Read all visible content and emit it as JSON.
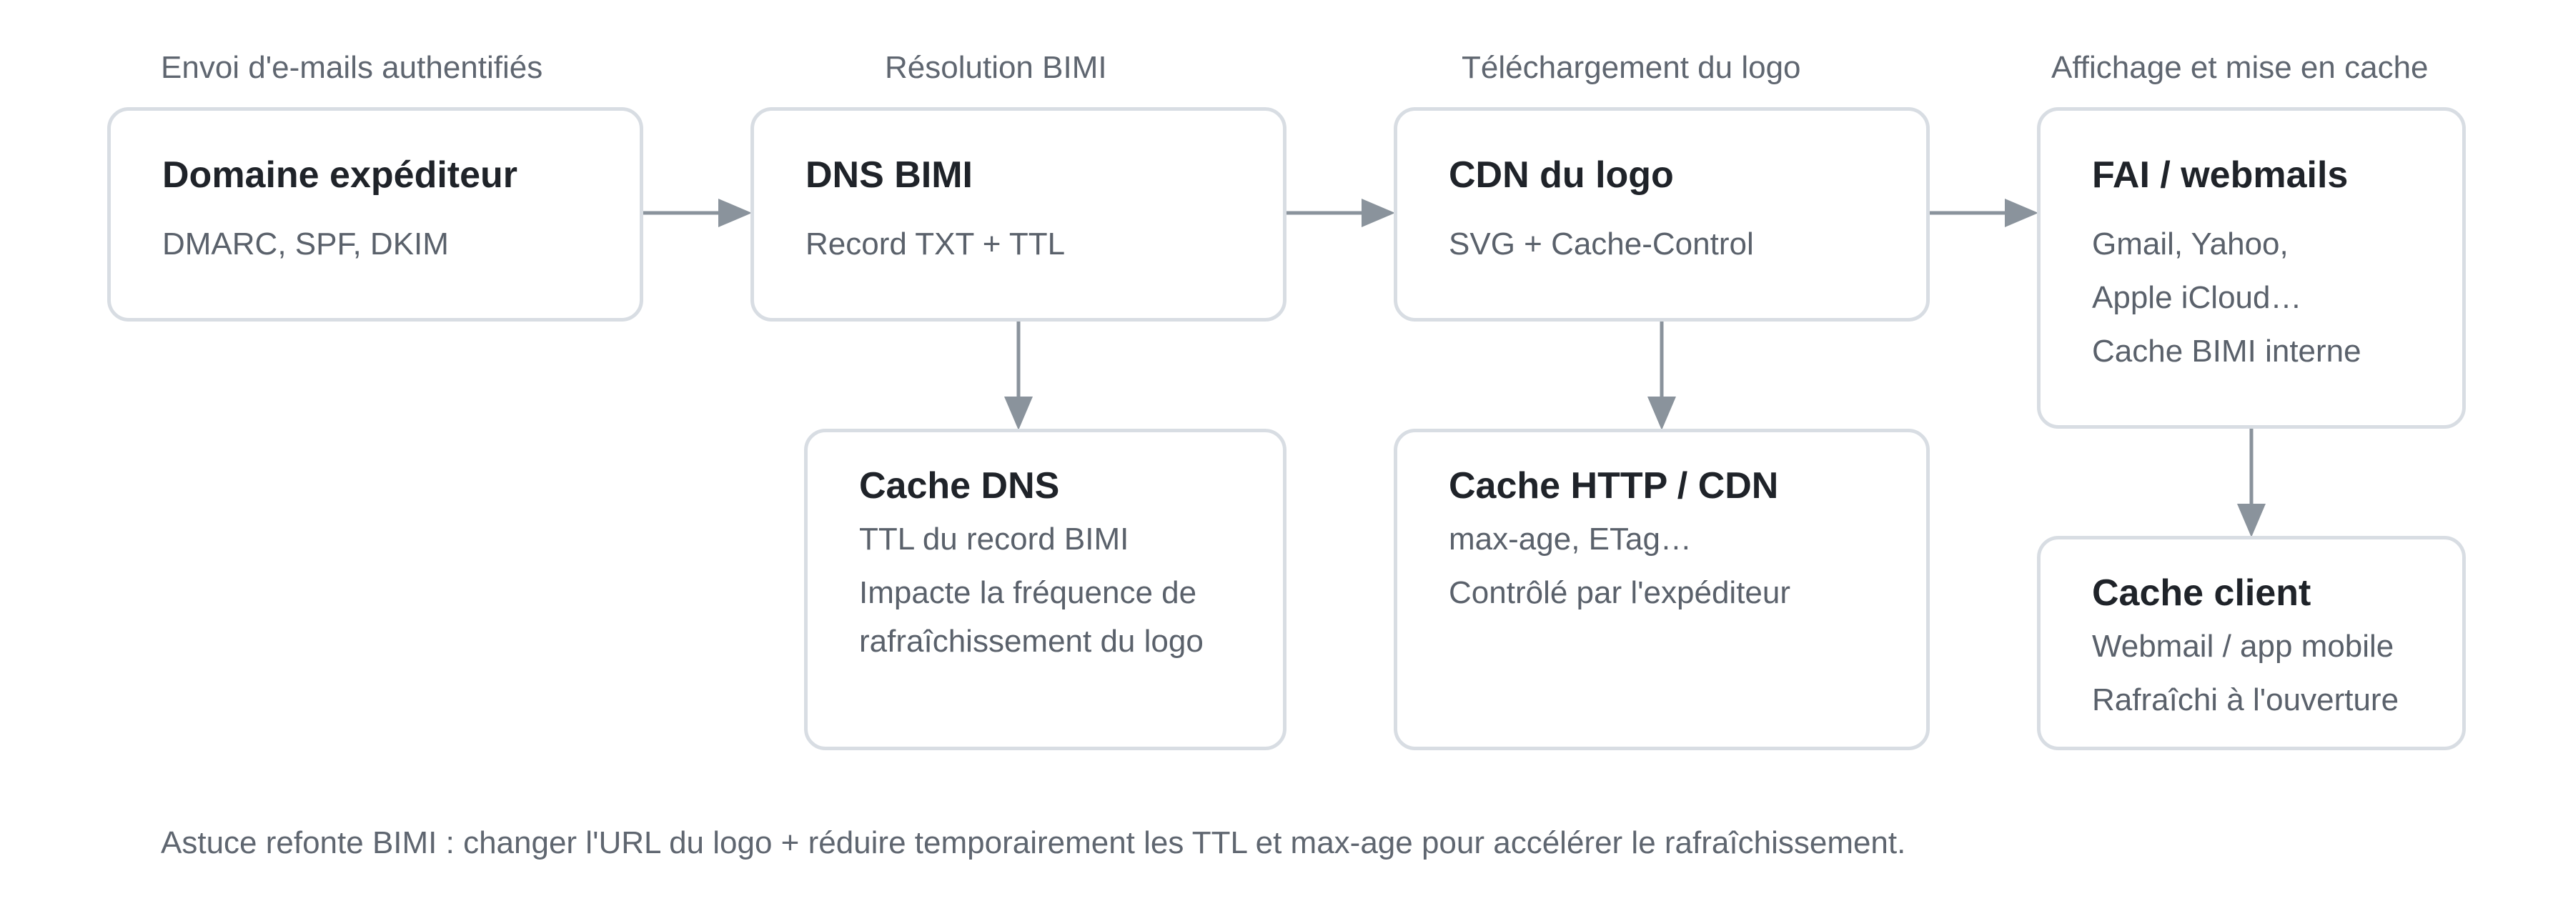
{
  "stages": [
    "Envoi d'e-mails authentifiés",
    "Résolution BIMI",
    "Téléchargement du logo",
    "Affichage et mise en cache"
  ],
  "nodes": {
    "sender_domain": {
      "title": "Domaine expéditeur",
      "lines": [
        "DMARC, SPF, DKIM"
      ]
    },
    "dns_bimi": {
      "title": "DNS BIMI",
      "lines": [
        "Record TXT + TTL"
      ]
    },
    "logo_cdn": {
      "title": "CDN du logo",
      "lines": [
        "SVG + Cache-Control"
      ]
    },
    "isp_webmails": {
      "title": "FAI / webmails",
      "lines": [
        "Gmail, Yahoo,",
        "Apple iCloud…",
        "Cache BIMI interne"
      ]
    },
    "dns_cache": {
      "title": "Cache DNS",
      "lines": [
        "TTL du record BIMI",
        "Impacte la fréquence de",
        "rafraîchissement du logo"
      ]
    },
    "http_cache": {
      "title": "Cache HTTP / CDN",
      "lines": [
        "max-age, ETag…",
        "Contrôlé par l'expéditeur"
      ]
    },
    "client_cache": {
      "title": "Cache client",
      "lines": [
        "Webmail / app mobile",
        "Rafraîchi à l'ouverture"
      ]
    }
  },
  "footnote": "Astuce refonte BIMI : changer l'URL du logo + réduire temporairement les TTL et max-age pour accélérer le rafraîchissement.",
  "colors": {
    "box_border": "#d8dde3",
    "arrow": "#8a939c",
    "title_text": "#1f2329",
    "body_text": "#5a616b",
    "label_text": "#5f6670"
  }
}
